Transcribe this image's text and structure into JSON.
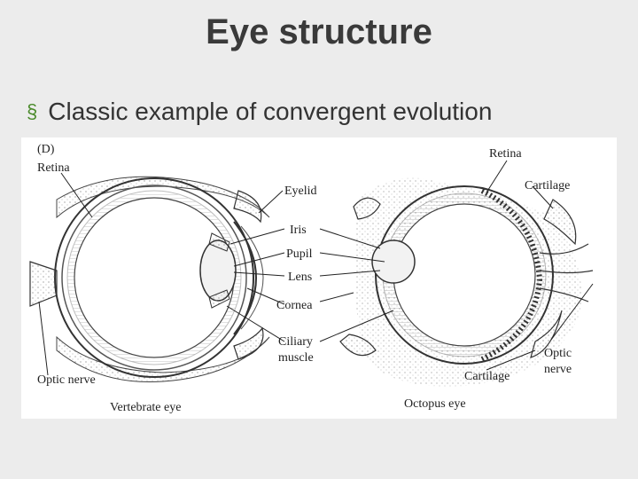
{
  "slide": {
    "title": "Eye structure",
    "bullet_marker": "§",
    "bullet_text": "Classic example of convergent evolution"
  },
  "diagram": {
    "panel_label": "(D)",
    "vertebrate": {
      "caption": "Vertebrate eye",
      "labels": {
        "retina": "Retina",
        "eyelid": "Eyelid",
        "iris": "Iris",
        "pupil": "Pupil",
        "lens": "Lens",
        "cornea": "Cornea",
        "ciliary_1": "Ciliary",
        "ciliary_2": "muscle",
        "optic_nerve": "Optic nerve"
      }
    },
    "octopus": {
      "caption": "Octopus eye",
      "labels": {
        "retina": "Retina",
        "cartilage_top": "Cartilage",
        "cartilage_bottom": "Cartilage",
        "optic_1": "Optic",
        "optic_2": "nerve"
      }
    }
  }
}
